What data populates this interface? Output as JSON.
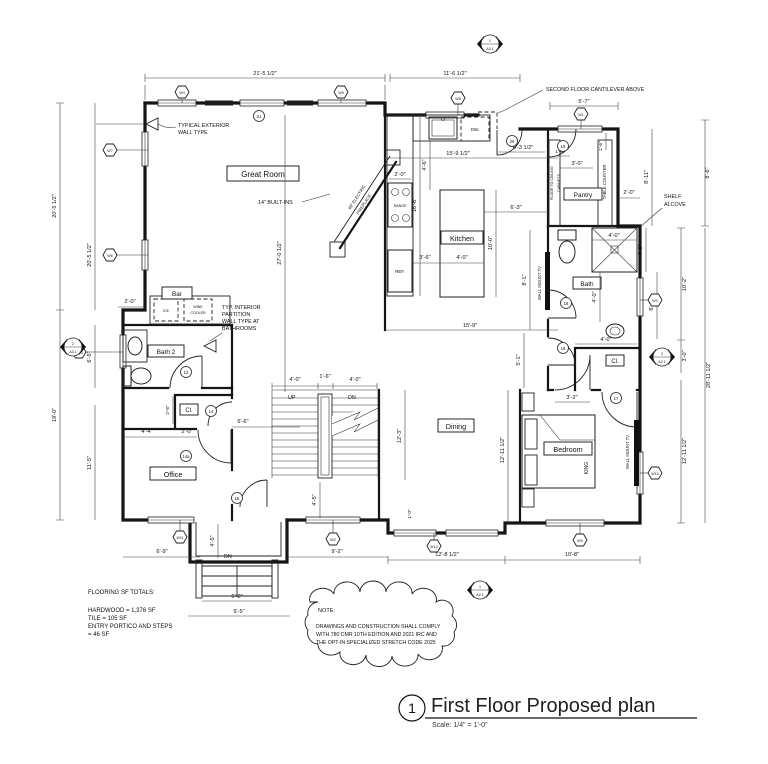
{
  "title_block": {
    "number": "1",
    "text": "First Floor Proposed plan",
    "scale": "Scale: 1/4\" = 1'-0\""
  },
  "rooms": {
    "great_room": "Great Room",
    "kitchen": "Kitchen",
    "pantry": "Pantry",
    "bath": "Bath",
    "bath2": "Bath 2",
    "bar": "Bar",
    "office": "Office",
    "dining": "Dining",
    "bedroom": "Bedroom",
    "cl": "Cl."
  },
  "fixtures": {
    "range": "RANGE",
    "ref": "REF.",
    "dw": "DW.",
    "ice": "ICE",
    "wine_1": "WINE",
    "wine_2": "COOLER",
    "king": "KING",
    "up": "UP",
    "dn": "DN"
  },
  "annotations": {
    "typ_ext_1": "TYPICAL EXTERIOR",
    "typ_ext_2": "WALL TYPE",
    "cantilever": "SECOND FLOOR CANTILEVER ABOVE",
    "builtins": "14\" BUILT-INS",
    "fireplace_1": "60\" ELECTRIC",
    "fireplace_2": "FIREPLACE",
    "typ_int_1": "TYP. INTERIOR",
    "typ_int_2": "PARTITION",
    "typ_int_3": "WALL TYPE AT",
    "typ_int_4": "BATHROOMS",
    "ftc_1": "FLOOR TO CEILING",
    "ftc_2": "CABINETS",
    "table_counter": "TABLE COUNTER",
    "shelf_1": "SHELF",
    "shelf_2": "ALCOVE",
    "tv": "WALL MOUNT TV"
  },
  "dims": {
    "top_left": "21'-5 1/2\"",
    "top_right": "11'-6 1/2\"",
    "cant_width": "5'-7\"",
    "entry_a": "4'-3 1/2\"",
    "entry_b": "1'-0\"",
    "pantry_door": "3'-0\"",
    "counter_w": "1'-6\"",
    "pantry_h": "8'-11\"",
    "right_top": "8'-6\"",
    "shelf_w": "2'-0\"",
    "shaft_w": "4'-0\"",
    "shaft_h": "4'-0\"",
    "right_mid": "10'-2\"",
    "bath_win": "6'-1\"",
    "right_small": "3'-0\"",
    "right_total": "28'-11 1/2\"",
    "bed_right": "12'-11 1/2\"",
    "dining_r": "12'-11 1/2\"",
    "kitchen_top": "15'-9 1/2\"",
    "kitchen_bottom": "15'-9\"",
    "range_w": "2'-0\"",
    "counter_len": "16'-6\"",
    "counter_gap": "3'-6\"",
    "island_w": "4'-0\"",
    "island_l": "10'-0\"",
    "island_gap": "6'-3\"",
    "tv_wall": "8'-1\"",
    "sink_run": "4'-6\"",
    "great_h": "27'-0 1/2\"",
    "left_out": "20'-5 1/2\"",
    "left_in": "20'-5 1/2\"",
    "left_low": "19'-0\"",
    "bath2_h": "6'-5\"",
    "office_h": "11'-5\"",
    "bar_jog": "2'-0\"",
    "bath2_run": "4'-4\"",
    "cl_w": "2'-0\"",
    "cl_d": "2'-6\"",
    "hall_run": "6'-6\"",
    "stair_up": "4'-0\"",
    "stair_mid": "1'-6\"",
    "stair_dn": "4'-0\"",
    "stair_l": "12'-3\"",
    "hall_w": "4'-5\"",
    "landing": "1'-0\"",
    "office_w": "6'-9\"",
    "entry_run": "9'-2\"",
    "portico_w": "4'-5\"",
    "steps_w": "6'-2\"",
    "portico_total": "9'-5\"",
    "dining_w": "12'-8 1/2\"",
    "bed_w": "10'-8\"",
    "bed_open": "5'-1\"",
    "bed_dim": "3'-2\"",
    "bed_cl": "4'-0\"",
    "bath_dim": "4'-0\""
  },
  "window_tags": {
    "w1": "W1",
    "w2": "W2",
    "w3": "W3",
    "w4": "W4",
    "w5": "W5",
    "w6": "W6",
    "w7": "W7",
    "w8": "W8",
    "w9": "W9",
    "w10": "W10",
    "w11": "W11",
    "w12": "W12",
    "w13": "W13"
  },
  "door_tags": {
    "t13": "13",
    "t14": "14",
    "t14a": "14a",
    "t15": "15",
    "t16": "16",
    "t17": "17",
    "t18": "18",
    "t19": "19",
    "t20": "20",
    "t21": "21"
  },
  "markers": {
    "top": {
      "num": "1",
      "sheet": "A3.1"
    },
    "bottom": {
      "num": "1",
      "sheet": "A2.1"
    },
    "left": {
      "num": "2",
      "sheet": "A3.1"
    },
    "right": {
      "num": "2",
      "sheet": "A2.1"
    }
  },
  "flooring": {
    "header": "FLOORING SF TOTALS:",
    "line1": "HARDWOOD = 1,376 SF",
    "line2": "TILE = 105 SF",
    "line3": "ENTRY PORTICO AND STEPS",
    "line4": "= 46 SF"
  },
  "note": {
    "label": "NOTE:",
    "line1": "DRAWINGS AND CONSTRUCTION SHALL COMPLY",
    "line2": "WITH 780 CMR 10TH EDITION AND 2021 IRC AND",
    "line3": "THE OPT-IN SPECIALIZED STRETCH CODE 2025"
  }
}
